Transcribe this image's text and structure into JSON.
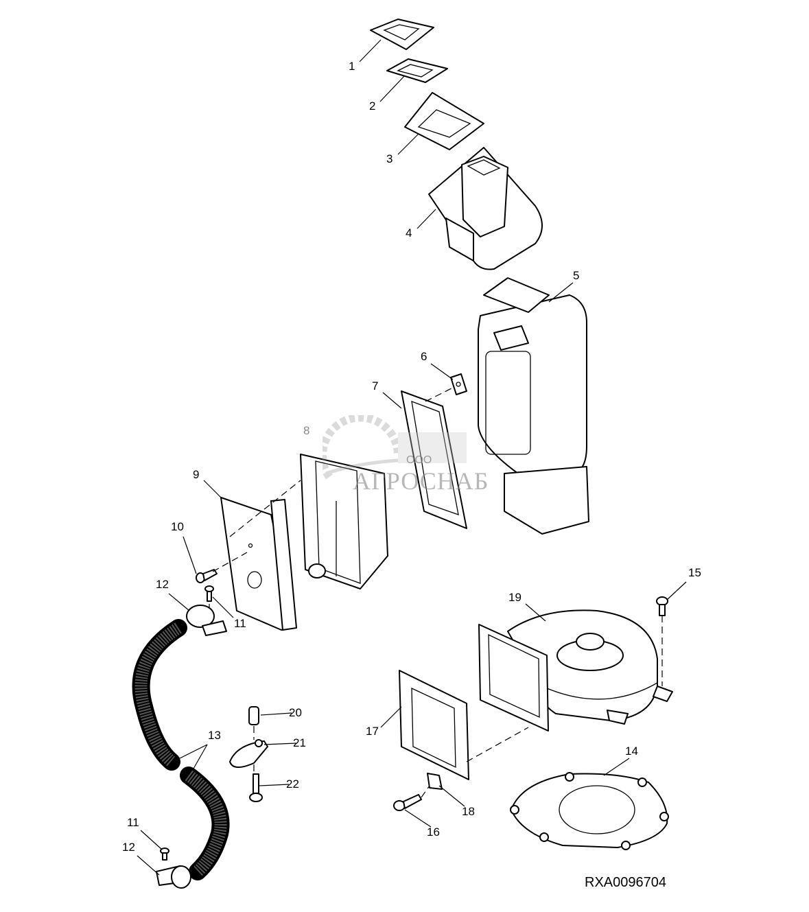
{
  "diagram": {
    "callouts": [
      "1",
      "2",
      "3",
      "4",
      "5",
      "6",
      "7",
      "8",
      "9",
      "10",
      "11",
      "12",
      "13",
      "14",
      "15",
      "16",
      "17",
      "18",
      "19",
      "20",
      "21",
      "22",
      "11",
      "12"
    ],
    "drawing_code": "RXA0096704"
  },
  "watermark": {
    "prefix": "ООО",
    "name": "АГРОСНАБ"
  }
}
